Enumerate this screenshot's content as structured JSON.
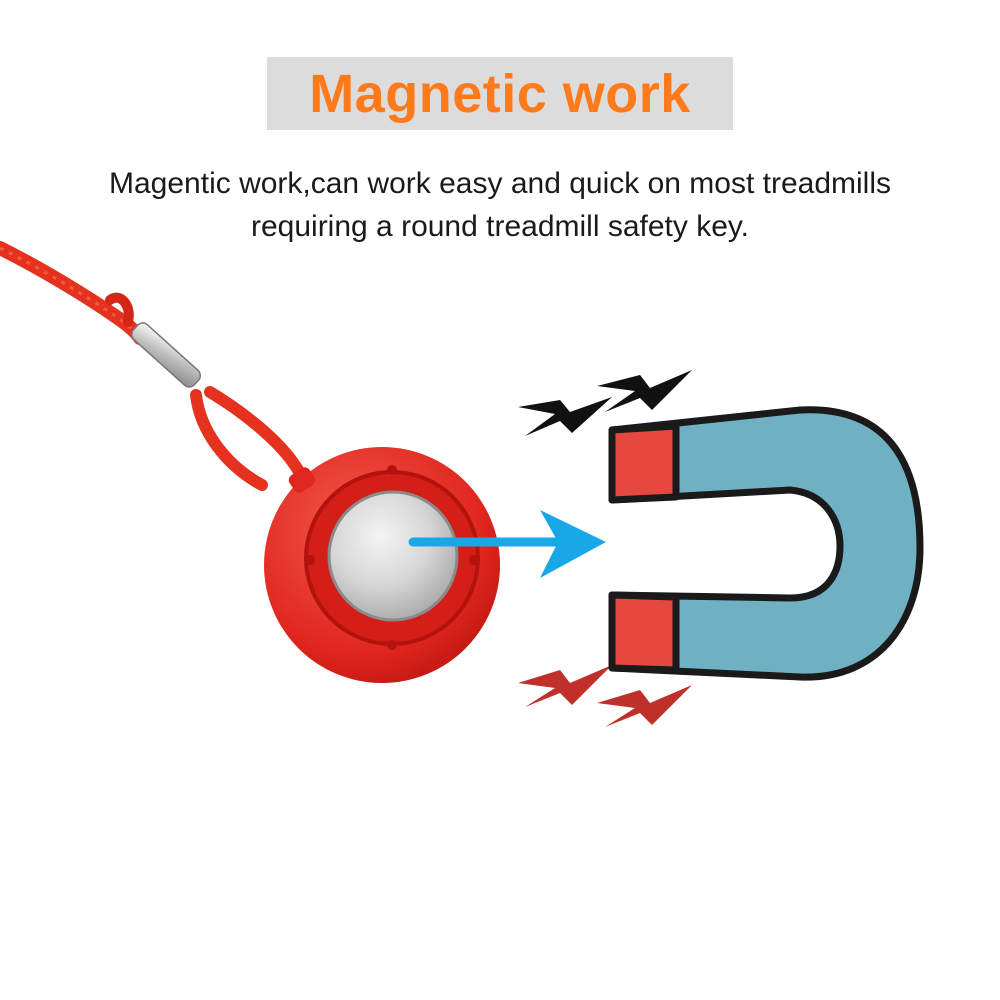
{
  "banner": {
    "title": "Magnetic work",
    "title_color": "#ff7a1a",
    "background_color": "#dcdcdc"
  },
  "description": {
    "line1": "Magentic work,can work easy and quick on most treadmills",
    "line2": "requiring a round treadmill safety key."
  },
  "illustration": {
    "key_color": "#e52b26",
    "magnet_color": "#6fb1c2",
    "magnet_pole_color": "#e5483f",
    "arrow_color": "#18a8e8",
    "spark_top_color": "#111111",
    "spark_bottom_color": "#c0302a",
    "icons": [
      "safety-key-icon",
      "magnet-icon",
      "arrow-right-icon",
      "lightning-spark-icon"
    ]
  }
}
